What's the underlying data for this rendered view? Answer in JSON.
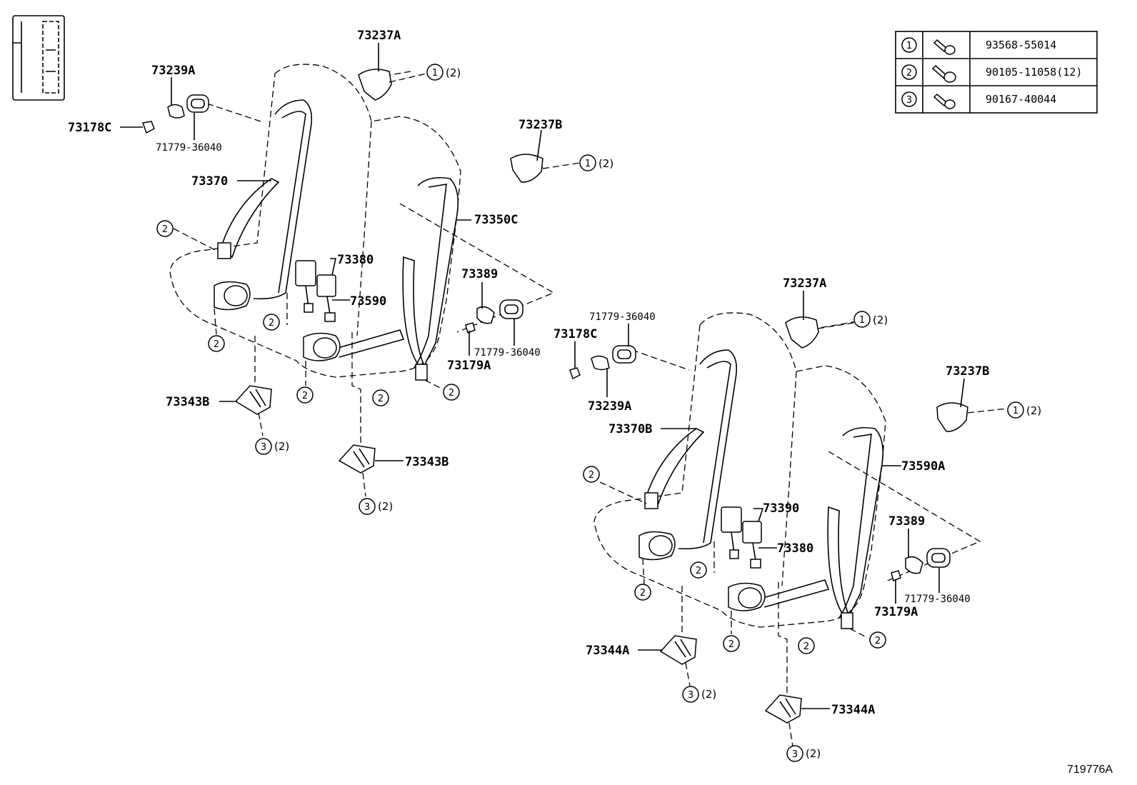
{
  "diagram_code": "719776A",
  "legend": [
    {
      "num": "1",
      "part": "93568-55014",
      "icon": "screw-icon"
    },
    {
      "num": "2",
      "part": "90105-11058(12)",
      "icon": "bolt-icon"
    },
    {
      "num": "3",
      "part": "90167-40044",
      "icon": "screw-icon"
    }
  ],
  "labels": {
    "l73237a_1": "73237A",
    "l73239a_1": "73239A",
    "l73178c_1": "73178C",
    "l71779_1": "71779-36040",
    "l73237b_1": "73237B",
    "l73370": "73370",
    "l73350c": "73350C",
    "l73380_1": "73380",
    "l73590": "73590",
    "l73389_1": "73389",
    "l71779_2": "71779-36040",
    "l73179a_1": "73179A",
    "l71779_3": "71779-36040",
    "l73178c_2": "73178C",
    "l73239a_2": "73239A",
    "l73343b_1": "73343B",
    "l73343b_2": "73343B",
    "l73237a_2": "73237A",
    "l73237b_2": "73237B",
    "l73370b": "73370B",
    "l73590a": "73590A",
    "l73390": "73390",
    "l73380_2": "73380",
    "l73389_2": "73389",
    "l71779_4": "71779-36040",
    "l73179a_2": "73179A",
    "l73344a_1": "73344A",
    "l73344a_2": "73344A"
  },
  "callouts": {
    "one": "1",
    "two": "2",
    "three": "3",
    "qty": "(2)"
  }
}
